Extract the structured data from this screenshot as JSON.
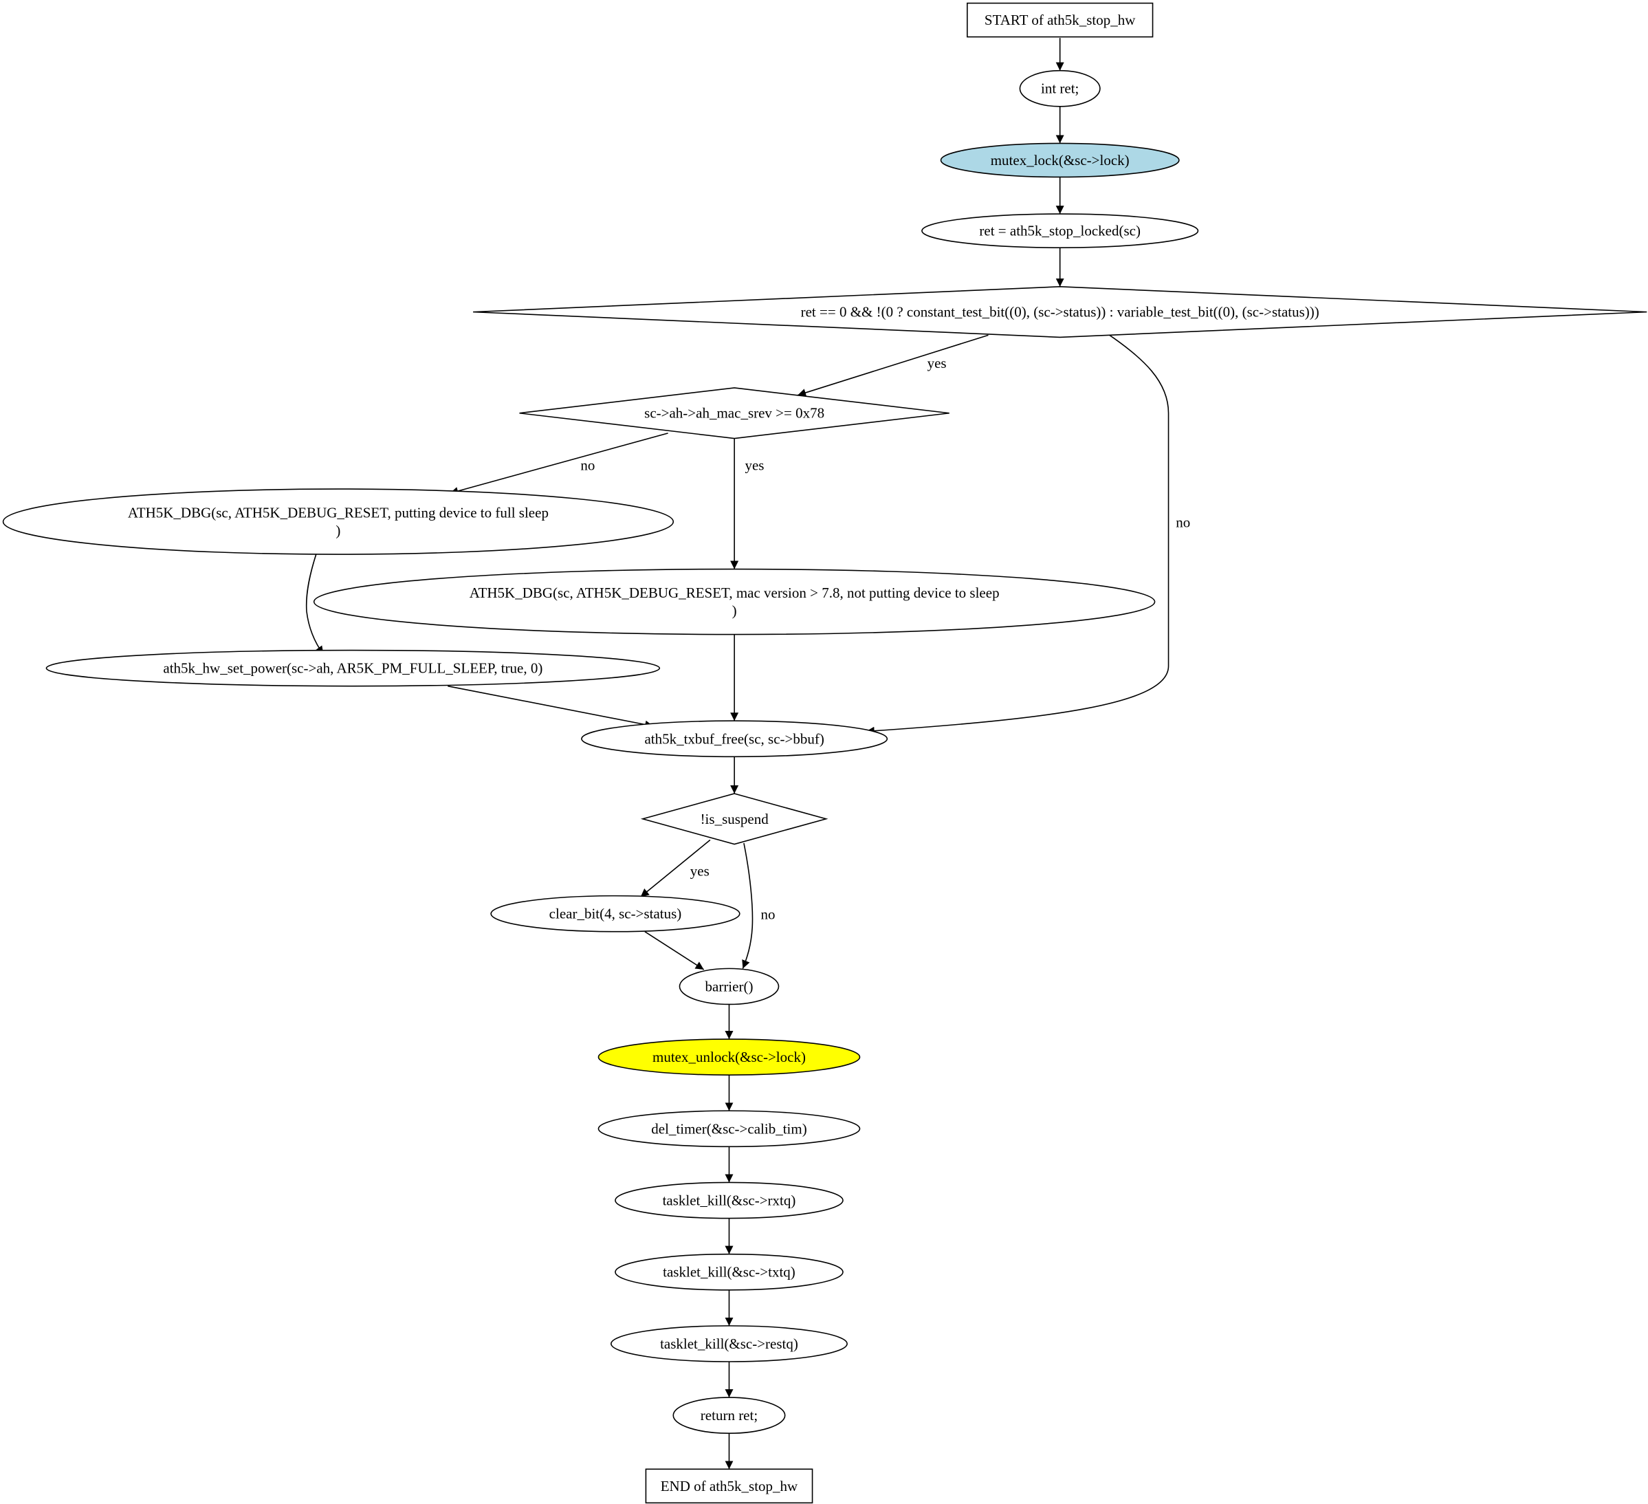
{
  "nodes": [
    {
      "id": "start",
      "shape": "box",
      "lines": [
        "START of ath5k_stop_hw"
      ]
    },
    {
      "id": "int_ret",
      "shape": "ellipse",
      "lines": [
        "int ret;"
      ]
    },
    {
      "id": "mutex_lock",
      "shape": "ellipse",
      "fill": "#add8e6",
      "lines": [
        "mutex_lock(&sc->lock)"
      ]
    },
    {
      "id": "stop_locked",
      "shape": "ellipse",
      "lines": [
        "ret = ath5k_stop_locked(sc)"
      ]
    },
    {
      "id": "cond_ret",
      "shape": "diamond",
      "lines": [
        "ret == 0 && !(0 ? constant_test_bit((0), (sc->status)) : variable_test_bit((0), (sc->status)))"
      ]
    },
    {
      "id": "cond_mac",
      "shape": "diamond",
      "lines": [
        "sc->ah->ah_mac_srev >= 0x78"
      ]
    },
    {
      "id": "dbg_full_sleep",
      "shape": "ellipse",
      "lines": [
        "ATH5K_DBG(sc, ATH5K_DEBUG_RESET, putting device to full sleep",
        ")"
      ]
    },
    {
      "id": "dbg_not_sleep",
      "shape": "ellipse",
      "lines": [
        "ATH5K_DBG(sc, ATH5K_DEBUG_RESET, mac version > 7.8, not putting device to sleep",
        ")"
      ]
    },
    {
      "id": "set_power",
      "shape": "ellipse",
      "lines": [
        "ath5k_hw_set_power(sc->ah, AR5K_PM_FULL_SLEEP, true, 0)"
      ]
    },
    {
      "id": "txbuf_free",
      "shape": "ellipse",
      "lines": [
        "ath5k_txbuf_free(sc, sc->bbuf)"
      ]
    },
    {
      "id": "cond_suspend",
      "shape": "diamond",
      "lines": [
        "!is_suspend"
      ]
    },
    {
      "id": "clear_bit",
      "shape": "ellipse",
      "lines": [
        "clear_bit(4, sc->status)"
      ]
    },
    {
      "id": "barrier",
      "shape": "ellipse",
      "lines": [
        "barrier()"
      ]
    },
    {
      "id": "mutex_unlock",
      "shape": "ellipse",
      "fill": "#ffff00",
      "lines": [
        "mutex_unlock(&sc->lock)"
      ]
    },
    {
      "id": "del_timer",
      "shape": "ellipse",
      "lines": [
        "del_timer(&sc->calib_tim)"
      ]
    },
    {
      "id": "kill_rxtq",
      "shape": "ellipse",
      "lines": [
        "tasklet_kill(&sc->rxtq)"
      ]
    },
    {
      "id": "kill_txtq",
      "shape": "ellipse",
      "lines": [
        "tasklet_kill(&sc->txtq)"
      ]
    },
    {
      "id": "kill_restq",
      "shape": "ellipse",
      "lines": [
        "tasklet_kill(&sc->restq)"
      ]
    },
    {
      "id": "return_ret",
      "shape": "ellipse",
      "lines": [
        "return ret;"
      ]
    },
    {
      "id": "end",
      "shape": "box",
      "lines": [
        "END of ath5k_stop_hw"
      ]
    }
  ],
  "edges": [
    {
      "from": "start",
      "to": "int_ret",
      "label": ""
    },
    {
      "from": "int_ret",
      "to": "mutex_lock",
      "label": ""
    },
    {
      "from": "mutex_lock",
      "to": "stop_locked",
      "label": ""
    },
    {
      "from": "stop_locked",
      "to": "cond_ret",
      "label": ""
    },
    {
      "from": "cond_ret",
      "to": "cond_mac",
      "label": "yes"
    },
    {
      "from": "cond_ret",
      "to": "txbuf_free",
      "label": "no"
    },
    {
      "from": "cond_mac",
      "to": "dbg_full_sleep",
      "label": "no"
    },
    {
      "from": "cond_mac",
      "to": "dbg_not_sleep",
      "label": "yes"
    },
    {
      "from": "dbg_full_sleep",
      "to": "set_power",
      "label": ""
    },
    {
      "from": "set_power",
      "to": "txbuf_free",
      "label": ""
    },
    {
      "from": "dbg_not_sleep",
      "to": "txbuf_free",
      "label": ""
    },
    {
      "from": "txbuf_free",
      "to": "cond_suspend",
      "label": ""
    },
    {
      "from": "cond_suspend",
      "to": "clear_bit",
      "label": "yes"
    },
    {
      "from": "cond_suspend",
      "to": "barrier",
      "label": "no"
    },
    {
      "from": "clear_bit",
      "to": "barrier",
      "label": ""
    },
    {
      "from": "barrier",
      "to": "mutex_unlock",
      "label": ""
    },
    {
      "from": "mutex_unlock",
      "to": "del_timer",
      "label": ""
    },
    {
      "from": "del_timer",
      "to": "kill_rxtq",
      "label": ""
    },
    {
      "from": "kill_rxtq",
      "to": "kill_txtq",
      "label": ""
    },
    {
      "from": "kill_txtq",
      "to": "kill_restq",
      "label": ""
    },
    {
      "from": "kill_restq",
      "to": "return_ret",
      "label": ""
    },
    {
      "from": "return_ret",
      "to": "end",
      "label": ""
    }
  ]
}
